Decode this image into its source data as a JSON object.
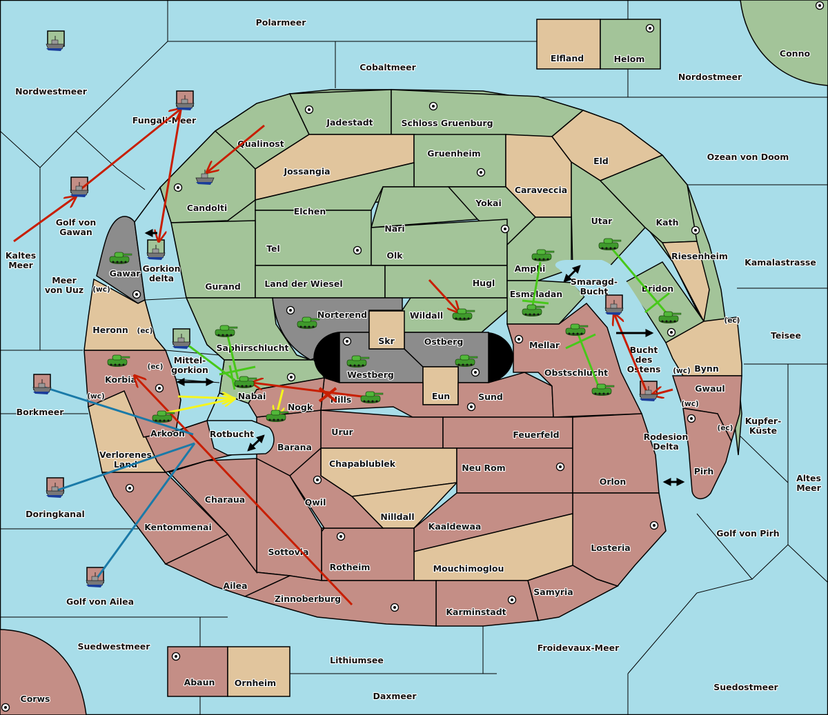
{
  "map": {
    "colors": {
      "sea": "#a8dde9",
      "green_power": "#a3c499",
      "tan_neutral": "#e1c59d",
      "red_power": "#c48e86",
      "gray_power": "#8c8c8c",
      "move_red": "#c81e00",
      "support_blue": "#1a7aa8",
      "support_green": "#48c81a",
      "support_yellow": "#f5f51e"
    },
    "sea_regions": [
      {
        "id": "polarmeer",
        "name": "Polarmeer"
      },
      {
        "id": "cobaltmeer",
        "name": "Cobaltmeer"
      },
      {
        "id": "nordwestmeer",
        "name": "Nordwestmeer"
      },
      {
        "id": "nordostmeer",
        "name": "Nordostmeer"
      },
      {
        "id": "fungali-meer",
        "name": "Fungali-Meer"
      },
      {
        "id": "golf-von-gawan",
        "name": "Golf von\nGawan"
      },
      {
        "id": "kaltes-meer",
        "name": "Kaltes\nMeer"
      },
      {
        "id": "meer-von-uuz",
        "name": "Meer\nvon Uuz"
      },
      {
        "id": "gorkion-delta",
        "name": "Gorkion\ndelta"
      },
      {
        "id": "mittel-gorkion",
        "name": "Mittel-\ngorkion"
      },
      {
        "id": "rotbucht",
        "name": "Rotbucht"
      },
      {
        "id": "borkmeer",
        "name": "Borkmeer"
      },
      {
        "id": "doringkanal",
        "name": "Doringkanal"
      },
      {
        "id": "golf-von-ailea",
        "name": "Golf von Ailea"
      },
      {
        "id": "suedwestmeer",
        "name": "Suedwestmeer"
      },
      {
        "id": "lithiumsee",
        "name": "Lithiumsee"
      },
      {
        "id": "daxmeer",
        "name": "Daxmeer"
      },
      {
        "id": "froidevaux-meer",
        "name": "Froidevaux-Meer"
      },
      {
        "id": "suedostmeer",
        "name": "Suedostmeer"
      },
      {
        "id": "golf-von-pirh",
        "name": "Golf von Pirh"
      },
      {
        "id": "altes-meer",
        "name": "Altes\nMeer"
      },
      {
        "id": "kupfer-kueste",
        "name": "Kupfer-\nKüste"
      },
      {
        "id": "teisee",
        "name": "Teisee"
      },
      {
        "id": "kamalastrasse",
        "name": "Kamalastrasse"
      },
      {
        "id": "ozean-von-doom",
        "name": "Ozean von Doom"
      },
      {
        "id": "smaragd-bucht",
        "name": "Smaragd-\nBucht"
      },
      {
        "id": "bucht-des-ostens",
        "name": "Bucht\ndes\nOstens"
      },
      {
        "id": "rodesion-delta",
        "name": "Rodesion\nDelta"
      }
    ],
    "land_regions": [
      {
        "id": "elfland",
        "name": "Elfland",
        "owner": "neutral"
      },
      {
        "id": "helom",
        "name": "Helom",
        "owner": "green",
        "supply_center": true
      },
      {
        "id": "conno",
        "name": "Conno",
        "owner": "green",
        "supply_center": true
      },
      {
        "id": "jadestadt",
        "name": "Jadestadt",
        "owner": "green",
        "supply_center": true
      },
      {
        "id": "schloss-gruenburg",
        "name": "Schloss Gruenburg",
        "owner": "green",
        "supply_center": true
      },
      {
        "id": "qualinost",
        "name": "Qualinost",
        "owner": "green"
      },
      {
        "id": "jossangia",
        "name": "Jossangia",
        "owner": "neutral"
      },
      {
        "id": "gruenheim",
        "name": "Gruenheim",
        "owner": "green",
        "supply_center": true
      },
      {
        "id": "caraveccia",
        "name": "Caraveccia",
        "owner": "neutral"
      },
      {
        "id": "eld",
        "name": "Eld",
        "owner": "neutral"
      },
      {
        "id": "candolti",
        "name": "Candolti",
        "owner": "green",
        "supply_center": true
      },
      {
        "id": "elchen",
        "name": "Elchen",
        "owner": "green"
      },
      {
        "id": "nari",
        "name": "Nari",
        "owner": "green"
      },
      {
        "id": "yokai",
        "name": "Yokai",
        "owner": "green",
        "supply_center": true
      },
      {
        "id": "utar",
        "name": "Utar",
        "owner": "green"
      },
      {
        "id": "kath",
        "name": "Kath",
        "owner": "green",
        "supply_center": true
      },
      {
        "id": "tel",
        "name": "Tel",
        "owner": "green",
        "supply_center": true
      },
      {
        "id": "olk",
        "name": "Olk",
        "owner": "green"
      },
      {
        "id": "gurand",
        "name": "Gurand",
        "owner": "green"
      },
      {
        "id": "land-der-wiesel",
        "name": "Land der Wiesel",
        "owner": "green"
      },
      {
        "id": "hugl",
        "name": "Hugl",
        "owner": "green"
      },
      {
        "id": "amphi",
        "name": "Amphi",
        "owner": "green"
      },
      {
        "id": "esmaladan",
        "name": "Esmaladan",
        "owner": "green"
      },
      {
        "id": "riesenheim",
        "name": "Riesenheim",
        "owner": "neutral"
      },
      {
        "id": "bridon",
        "name": "Bridon",
        "owner": "green",
        "supply_center": true
      },
      {
        "id": "gawar",
        "name": "Gawar",
        "owner": "gray",
        "supply_center": true
      },
      {
        "id": "heronn",
        "name": "Heronn",
        "owner": "neutral"
      },
      {
        "id": "norterend",
        "name": "Norterend",
        "owner": "gray",
        "supply_center": true
      },
      {
        "id": "wildall",
        "name": "Wildall",
        "owner": "green"
      },
      {
        "id": "skr",
        "name": "Skr",
        "owner": "neutral"
      },
      {
        "id": "ostberg",
        "name": "Ostberg",
        "owner": "gray",
        "supply_center": true
      },
      {
        "id": "westberg",
        "name": "Westberg",
        "owner": "gray",
        "supply_center": true
      },
      {
        "id": "eun",
        "name": "Eun",
        "owner": "neutral"
      },
      {
        "id": "saphirschlucht",
        "name": "Saphirschlucht",
        "owner": "green"
      },
      {
        "id": "nabai",
        "name": "Nabai",
        "owner": "green",
        "supply_center": true
      },
      {
        "id": "nogk",
        "name": "Nogk",
        "owner": "red"
      },
      {
        "id": "hills",
        "name": "Hills",
        "owner": "red"
      },
      {
        "id": "sund",
        "name": "Sund",
        "owner": "red",
        "supply_center": true
      },
      {
        "id": "mellar",
        "name": "Mellar",
        "owner": "red",
        "supply_center": true
      },
      {
        "id": "obstschlucht",
        "name": "Obstschlucht",
        "owner": "red"
      },
      {
        "id": "bynn",
        "name": "Bynn",
        "owner": "neutral"
      },
      {
        "id": "gwaul",
        "name": "Gwaul",
        "owner": "red"
      },
      {
        "id": "pirh",
        "name": "Pirh",
        "owner": "red",
        "supply_center": true
      },
      {
        "id": "korbia",
        "name": "Korbia",
        "owner": "red",
        "supply_center": true
      },
      {
        "id": "arkoon",
        "name": "Arkoon",
        "owner": "red"
      },
      {
        "id": "verlorenes-land",
        "name": "Verlorenes\nLand",
        "owner": "neutral"
      },
      {
        "id": "barana",
        "name": "Barana",
        "owner": "red"
      },
      {
        "id": "urur",
        "name": "Urur",
        "owner": "red"
      },
      {
        "id": "feuerfeld",
        "name": "Feuerfeld",
        "owner": "red"
      },
      {
        "id": "chapablublek",
        "name": "Chapablublek",
        "owner": "neutral"
      },
      {
        "id": "neu-rom",
        "name": "Neu Rom",
        "owner": "red",
        "supply_center": true
      },
      {
        "id": "nilldall",
        "name": "Nilldall",
        "owner": "neutral"
      },
      {
        "id": "qwil",
        "name": "Qwil",
        "owner": "red",
        "supply_center": true
      },
      {
        "id": "orlon",
        "name": "Orlon",
        "owner": "red"
      },
      {
        "id": "charaua",
        "name": "Charaua",
        "owner": "red"
      },
      {
        "id": "kentommenai",
        "name": "Kentommenai",
        "owner": "red",
        "supply_center": true
      },
      {
        "id": "kaaldewaa",
        "name": "Kaaldewaa",
        "owner": "red"
      },
      {
        "id": "losteria",
        "name": "Losteria",
        "owner": "red",
        "supply_center": true
      },
      {
        "id": "sottovia",
        "name": "Sottovia",
        "owner": "red"
      },
      {
        "id": "rotheim",
        "name": "Rotheim",
        "owner": "red",
        "supply_center": true
      },
      {
        "id": "mouchimoglou",
        "name": "Mouchimoglou",
        "owner": "neutral"
      },
      {
        "id": "ailea",
        "name": "Ailea",
        "owner": "red"
      },
      {
        "id": "zinnoberburg",
        "name": "Zinnoberburg",
        "owner": "red",
        "supply_center": true
      },
      {
        "id": "karminstadt",
        "name": "Karminstadt",
        "owner": "red",
        "supply_center": true
      },
      {
        "id": "samyria",
        "name": "Samyria",
        "owner": "red"
      },
      {
        "id": "abaun",
        "name": "Abaun",
        "owner": "red",
        "supply_center": true
      },
      {
        "id": "ornheim",
        "name": "Ornheim",
        "owner": "neutral"
      },
      {
        "id": "corws",
        "name": "Corws",
        "owner": "red",
        "supply_center": true
      }
    ],
    "coast_labels": [
      "(wc)",
      "(ec)",
      "(ec)",
      "(wc)",
      "(ec)",
      "(wc)",
      "(wc)",
      "(ec)"
    ],
    "units": [
      {
        "type": "fleet",
        "owner": "green",
        "location": "Nordwestmeer"
      },
      {
        "type": "fleet",
        "owner": "red",
        "location": "Fungali-Meer"
      },
      {
        "type": "fleet",
        "owner": "red",
        "location": "Golf von Gawan"
      },
      {
        "type": "fleet",
        "owner": "none",
        "location": "Qualinost"
      },
      {
        "type": "fleet",
        "owner": "green",
        "location": "Gorkion delta"
      },
      {
        "type": "army",
        "owner": "green",
        "location": "Gawar"
      },
      {
        "type": "fleet",
        "owner": "green",
        "location": "Mittel-gorkion"
      },
      {
        "type": "army",
        "owner": "green",
        "location": "Saphirschlucht"
      },
      {
        "type": "army",
        "owner": "green",
        "location": "Norterend"
      },
      {
        "type": "army",
        "owner": "green",
        "location": "Nabai"
      },
      {
        "type": "army",
        "owner": "green",
        "location": "Nogk"
      },
      {
        "type": "army",
        "owner": "green",
        "location": "Hills"
      },
      {
        "type": "army",
        "owner": "green",
        "location": "Westberg"
      },
      {
        "type": "army",
        "owner": "green",
        "location": "Ostberg"
      },
      {
        "type": "army",
        "owner": "green",
        "location": "Wildall"
      },
      {
        "type": "army",
        "owner": "green",
        "location": "Amphi"
      },
      {
        "type": "army",
        "owner": "green",
        "location": "Esmaladan"
      },
      {
        "type": "army",
        "owner": "green",
        "location": "Utar"
      },
      {
        "type": "army",
        "owner": "green",
        "location": "Bridon"
      },
      {
        "type": "army",
        "owner": "green",
        "location": "Mellar"
      },
      {
        "type": "army",
        "owner": "green",
        "location": "Obstschlucht"
      },
      {
        "type": "fleet",
        "owner": "red",
        "location": "Smaragd-Bucht"
      },
      {
        "type": "fleet",
        "owner": "red",
        "location": "Bucht des Ostens"
      },
      {
        "type": "army",
        "owner": "green",
        "location": "Korbia"
      },
      {
        "type": "army",
        "owner": "green",
        "location": "Arkoon"
      },
      {
        "type": "fleet",
        "owner": "red",
        "location": "Borkmeer"
      },
      {
        "type": "fleet",
        "owner": "red",
        "location": "Doringkanal"
      },
      {
        "type": "fleet",
        "owner": "red",
        "location": "Golf von Ailea"
      }
    ]
  }
}
